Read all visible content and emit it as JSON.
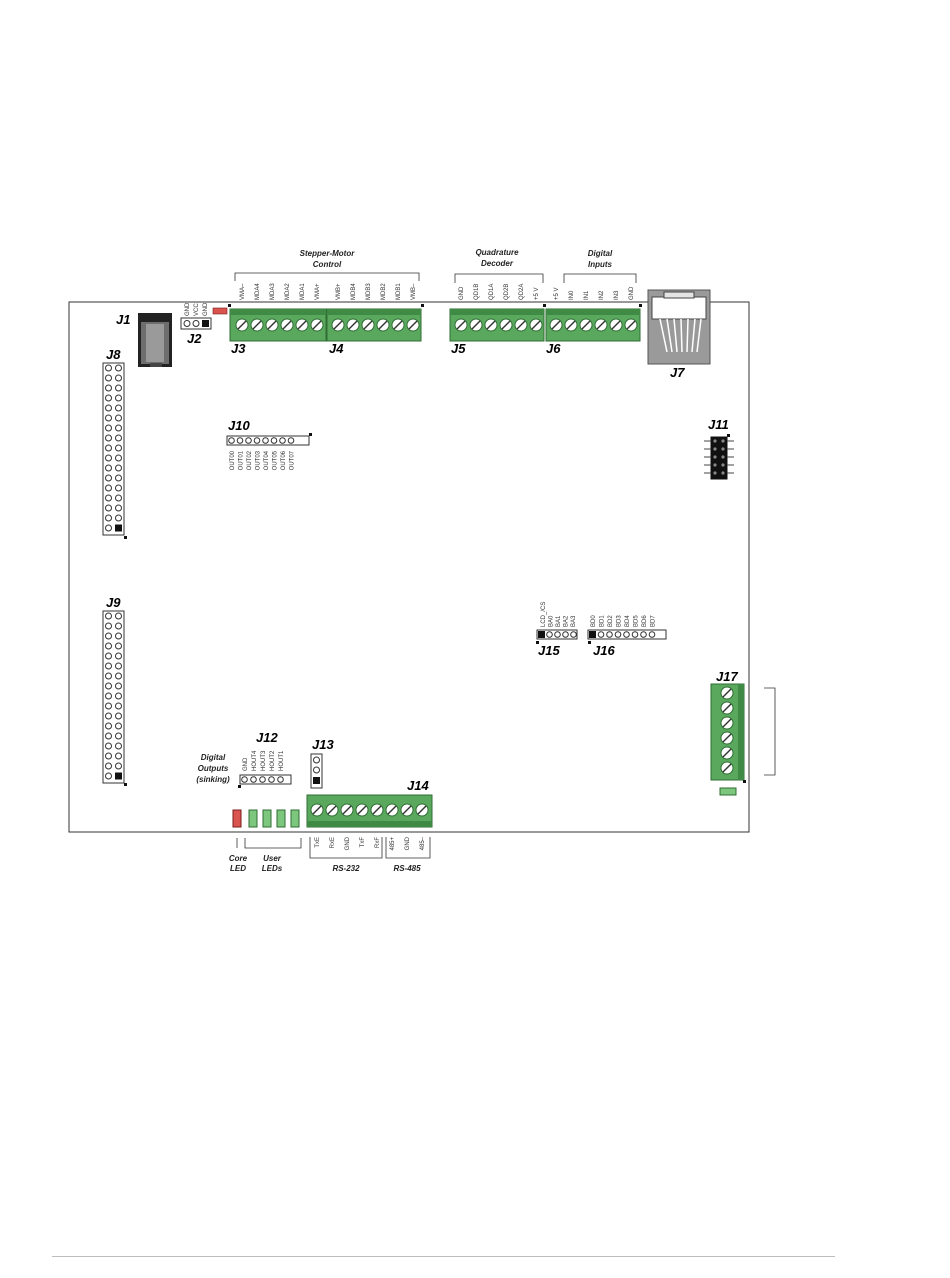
{
  "board": {
    "connectors": {
      "J1": "J1",
      "J2": "J2",
      "J3": "J3",
      "J4": "J4",
      "J5": "J5",
      "J6": "J6",
      "J7": "J7",
      "J8": "J8",
      "J9": "J9",
      "J10": "J10",
      "J11": "J11",
      "J12": "J12",
      "J13": "J13",
      "J14": "J14",
      "J15": "J15",
      "J16": "J16",
      "J17": "J17"
    },
    "group_titles": {
      "stepper_line1": "Stepper-Motor",
      "stepper_line2": "Control",
      "quad_line1": "Quadrature",
      "quad_line2": "Decoder",
      "dig_in_line1": "Digital",
      "dig_in_line2": "Inputs",
      "dig_out_line1": "Digital",
      "dig_out_line2": "Outputs",
      "dig_out_line3": "(sinking)",
      "core_led_line1": "Core",
      "core_led_line2": "LED",
      "user_leds_line1": "User",
      "user_leds_line2": "LEDs",
      "rs232": "RS-232",
      "rs485": "RS-485"
    },
    "j2_pins": [
      "GND",
      "VCC",
      "GND"
    ],
    "j3_pins": [
      "VMA–",
      "MDA4",
      "MDA3",
      "MDA2",
      "MDA1",
      "VMA+"
    ],
    "j4_pins": [
      "VMB+",
      "MDB4",
      "MDB3",
      "MDB2",
      "MDB1",
      "VMB–"
    ],
    "j5_pins": [
      "GND",
      "QD1B",
      "QD1A",
      "QD2B",
      "QD2A",
      "+5 V"
    ],
    "j6_pins": [
      "+5 V",
      "IN0",
      "IN1",
      "IN2",
      "IN3",
      "GND"
    ],
    "j10_pins": [
      "OUT00",
      "OUT01",
      "OUT02",
      "OUT03",
      "OUT04",
      "OUT05",
      "OUT06",
      "OUT07"
    ],
    "j12_pins": [
      "GND",
      "HOUT4",
      "HOUT3",
      "HOUT2",
      "HOUT1"
    ],
    "j14_pins": [
      "TxE",
      "RxE",
      "GND",
      "TxF",
      "RxF",
      "485+",
      "GND",
      "485–"
    ],
    "j15_pins": [
      "LCD_/CS",
      "BA0",
      "BA1",
      "BA2",
      "BA3"
    ],
    "j16_pins": [
      "BD0",
      "BD1",
      "BD2",
      "BD3",
      "BD4",
      "BD5",
      "BD6",
      "BD7"
    ]
  },
  "colors": {
    "terminal_green": "#5aa85e",
    "terminal_dark": "#2f6d33",
    "core_led": "#d9534f",
    "user_led": "#7cc67e",
    "rj_gray": "#9a9a9a"
  }
}
